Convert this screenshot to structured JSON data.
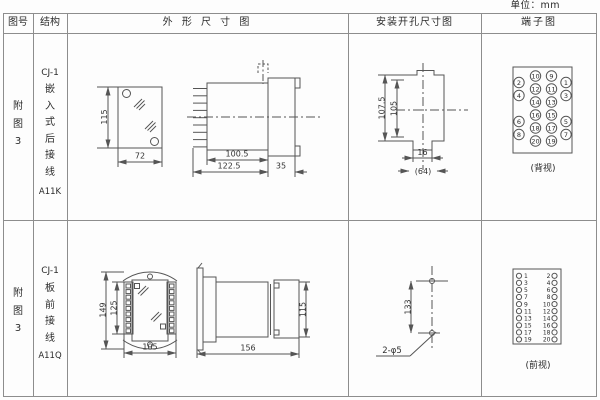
{
  "unit_label": "单位：mm",
  "header": {
    "fig": "图号",
    "structure": "结构",
    "outline": "外 形 尺 寸 图",
    "install": "安装开孔尺寸图",
    "terminal": "端子图"
  },
  "rows": [
    {
      "fig_no": "附图3",
      "model": "CJ-1",
      "mounting": "嵌入式后接线",
      "code": "A11K",
      "outline": {
        "front_height": "115",
        "front_width": "72",
        "side_body_len": "100.5",
        "side_total_len": "122.5",
        "side_flange": "35"
      },
      "install": {
        "height_outer": "107.5",
        "height_inner": "105",
        "slot_width": "16",
        "width_ref": "(64)"
      },
      "terminal": {
        "view": "(背视)",
        "mid_left": [
          "10",
          "12",
          "14",
          "16",
          "18",
          "20"
        ],
        "mid_right": [
          "9",
          "11",
          "13",
          "15",
          "17",
          "19"
        ],
        "outer_left": [
          "2",
          "4",
          "6",
          "8"
        ],
        "outer_right": [
          "1",
          "3",
          "5",
          "7"
        ]
      }
    },
    {
      "fig_no": "附图3",
      "model": "CJ-1",
      "mounting": "板前接线",
      "code": "A11Q",
      "outline": {
        "front_height_outer": "149",
        "front_height_inner": "125",
        "front_width": "105",
        "side_total_len": "156",
        "side_height": "115"
      },
      "install": {
        "hole_spacing": "133",
        "hole_note": "2-φ5"
      },
      "terminal": {
        "view": "(前视)",
        "left": [
          "1",
          "3",
          "5",
          "7",
          "9",
          "11",
          "13",
          "15",
          "17",
          "19"
        ],
        "right": [
          "2",
          "4",
          "6",
          "8",
          "10",
          "12",
          "14",
          "16",
          "18",
          "20"
        ]
      }
    }
  ]
}
